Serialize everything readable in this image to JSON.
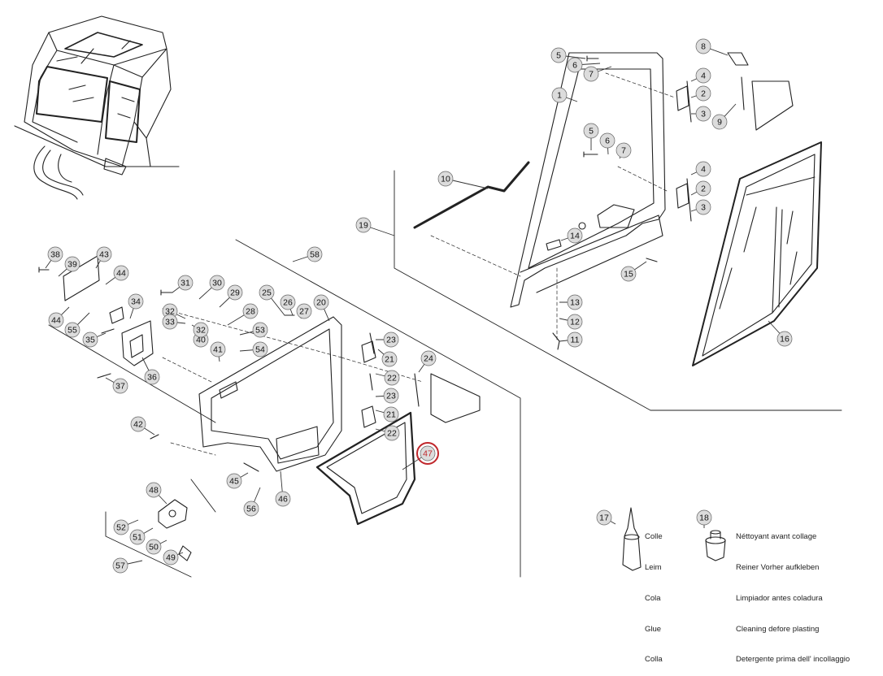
{
  "diagram": {
    "parts": [
      "1",
      "2",
      "3",
      "4",
      "5",
      "6",
      "7",
      "8",
      "9",
      "10",
      "11",
      "12",
      "13",
      "14",
      "15",
      "16",
      "19",
      "20",
      "21",
      "22",
      "23",
      "24",
      "25",
      "26",
      "27",
      "28",
      "29",
      "30",
      "31",
      "32",
      "33",
      "34",
      "35",
      "36",
      "37",
      "38",
      "39",
      "40",
      "41",
      "42",
      "43",
      "44",
      "45",
      "46",
      "47",
      "48",
      "49",
      "50",
      "51",
      "52",
      "53",
      "54",
      "55",
      "56",
      "57",
      "58"
    ],
    "highlighted_part": "47",
    "highlight_color": "#c0262b",
    "legend": {
      "glue": {
        "part": "17",
        "lines": [
          "Colle",
          "Leim",
          "Cola",
          "Glue",
          "Colla"
        ]
      },
      "cleaner": {
        "part": "18",
        "lines": [
          "Néttoyant avant collage",
          "Reiner Vorher aufkleben",
          "Limpiador antes coladura",
          "Cleaning defore plasting",
          "Detergente prima dell' incollaggio"
        ]
      }
    }
  }
}
